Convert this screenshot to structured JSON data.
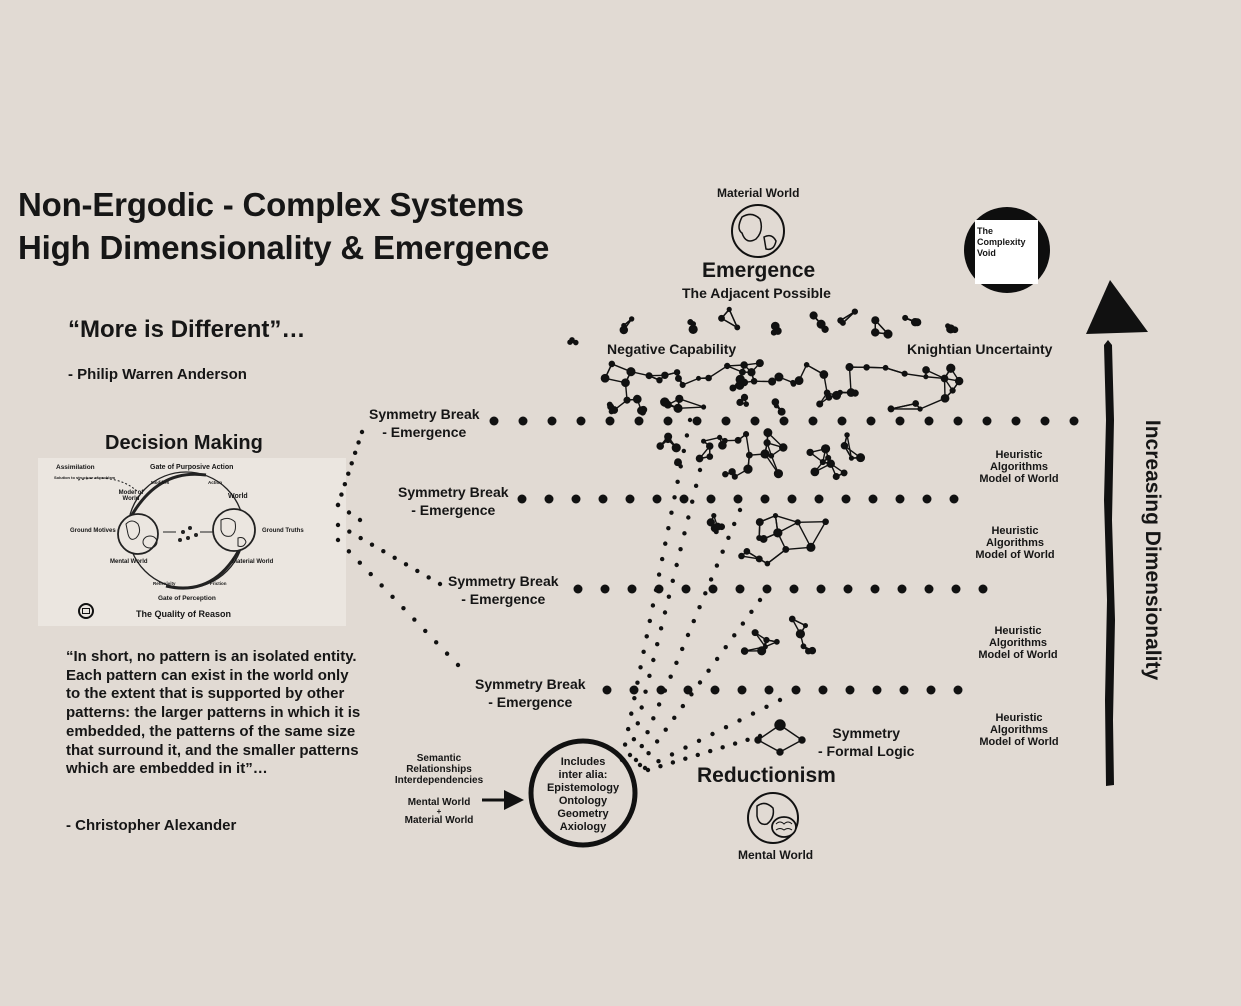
{
  "title": {
    "line1": "Non-Ergodic - Complex Systems",
    "line2": "High Dimensionality & Emergence"
  },
  "quote1": {
    "text": "“More is Different”…",
    "author": "- Philip Warren Anderson"
  },
  "decision_making": {
    "heading": "Decision Making",
    "panel_labels": {
      "assimilation": "Assimilation",
      "solution": "Solution to structure of problem",
      "gate_purposive": "Gate of Purposive Action",
      "modifies": "Modifies",
      "action": "Action",
      "model_of_world": "Model of World",
      "world": "World",
      "ground_motives": "Ground Motives",
      "ground_truths": "Ground Truths",
      "mental_world": "Mental World",
      "material_world": "Material World",
      "reflexivity": "Reflexivity",
      "friction": "Friction",
      "gate_perception": "Gate of Perception",
      "quality_of_reason": "The Quality of Reason"
    }
  },
  "quote2": {
    "text": "“In short, no pattern is an isolated entity. Each pattern can exist in the world only to the extent that is supported by other patterns: the larger patterns in which it is embedded, the patterns of the same size that surround it, and the smaller patterns which are embedded in it”…",
    "author": "- Christopher Alexander"
  },
  "top": {
    "material_world": "Material World",
    "emergence": "Emergence",
    "adjacent_possible": "The Adjacent Possible",
    "negative_capability": "Negative Capability",
    "knightian": "Knightian Uncertainty"
  },
  "complexity_void": {
    "line1": "The",
    "line2": "Complexity",
    "line3": "Void"
  },
  "symmetry_breaks": [
    {
      "line1": "Symmetry Break",
      "line2": "- Emergence"
    },
    {
      "line1": "Symmetry Break",
      "line2": "- Emergence"
    },
    {
      "line1": "Symmetry Break",
      "line2": "- Emergence"
    },
    {
      "line1": "Symmetry Break",
      "line2": "- Emergence"
    }
  ],
  "heuristics": [
    {
      "line1": "Heuristic",
      "line2": "Algorithms",
      "line3": "Model of World"
    },
    {
      "line1": "Heuristic",
      "line2": "Algorithms",
      "line3": "Model of World"
    },
    {
      "line1": "Heuristic",
      "line2": "Algorithms",
      "line3": "Model of World"
    },
    {
      "line1": "Heuristic",
      "line2": "Algorithms",
      "line3": "Model of World"
    }
  ],
  "bottom": {
    "semantic": "Semantic",
    "relationships": "Relationships",
    "interdependencies": "Interdependencies",
    "mental_world": "Mental World",
    "plus": "+",
    "material_world": "Material World",
    "circle_lines": [
      "Includes",
      "inter alia:",
      "Epistemology",
      "Ontology",
      "Geometry",
      "Axiology"
    ],
    "symmetry": "Symmetry",
    "formal_logic": "- Formal Logic",
    "reductionism": "Reductionism",
    "mental_world_label": "Mental World"
  },
  "axis_label": "Increasing Dimensionality",
  "colors": {
    "background": "#e1dad3",
    "ink": "#161616",
    "panel": "#ebe6e0"
  },
  "icons": [
    "globe-icon",
    "brain-globe-icon",
    "arrow-up-icon",
    "arrow-right-icon"
  ]
}
